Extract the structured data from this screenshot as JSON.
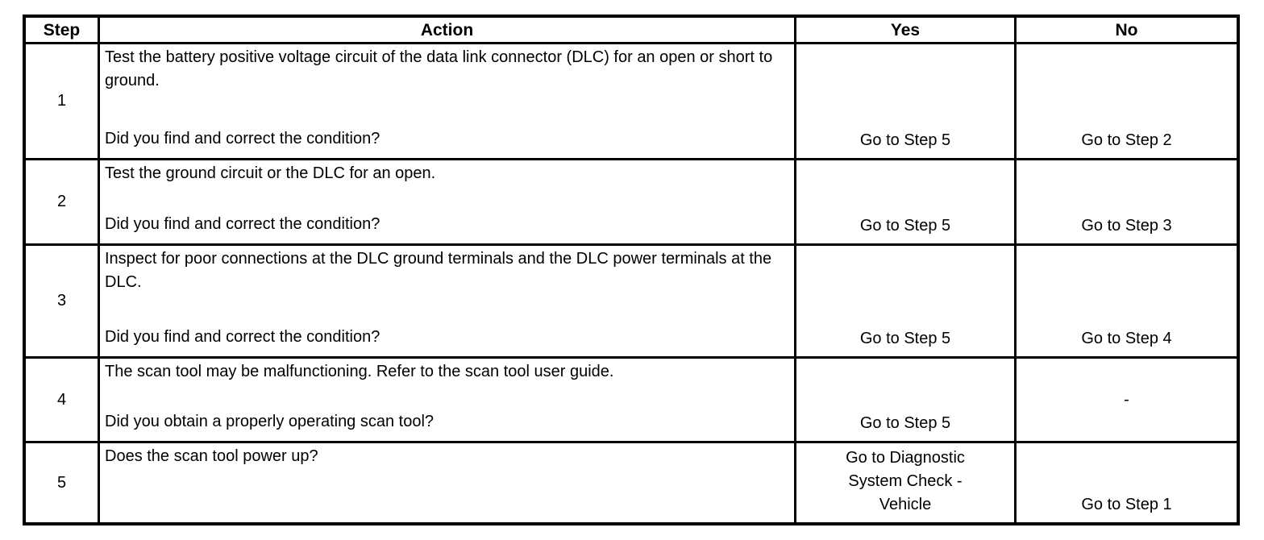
{
  "table": {
    "headers": {
      "step": "Step",
      "action": "Action",
      "yes": "Yes",
      "no": "No"
    },
    "rows": [
      {
        "step": "1",
        "action": "Test the battery positive voltage circuit of the data link connector (DLC) for an open or short to ground.",
        "question": "Did you find and correct the condition?",
        "yes": "Go to Step 5",
        "no": "Go to Step 2"
      },
      {
        "step": "2",
        "action": "Test the ground circuit or the DLC for an open.",
        "question": "Did you find and correct the condition?",
        "yes": "Go to Step 5",
        "no": "Go to Step 3"
      },
      {
        "step": "3",
        "action": "Inspect for poor connections at the DLC ground terminals and the DLC power terminals at the DLC.",
        "question": "Did you find and correct the condition?",
        "yes": "Go to Step 5",
        "no": "Go to Step 4"
      },
      {
        "step": "4",
        "action": "The scan tool may be malfunctioning. Refer to the scan tool user guide.",
        "question": "Did you obtain a properly operating scan tool?",
        "yes": "Go to Step 5",
        "no": "-"
      },
      {
        "step": "5",
        "action": "Does the scan tool power up?",
        "question": "",
        "yes": "Go to Diagnostic System Check - Vehicle",
        "no": "Go to Step 1"
      }
    ]
  },
  "colors": {
    "border": "#000000",
    "background": "#ffffff",
    "text": "#000000"
  }
}
